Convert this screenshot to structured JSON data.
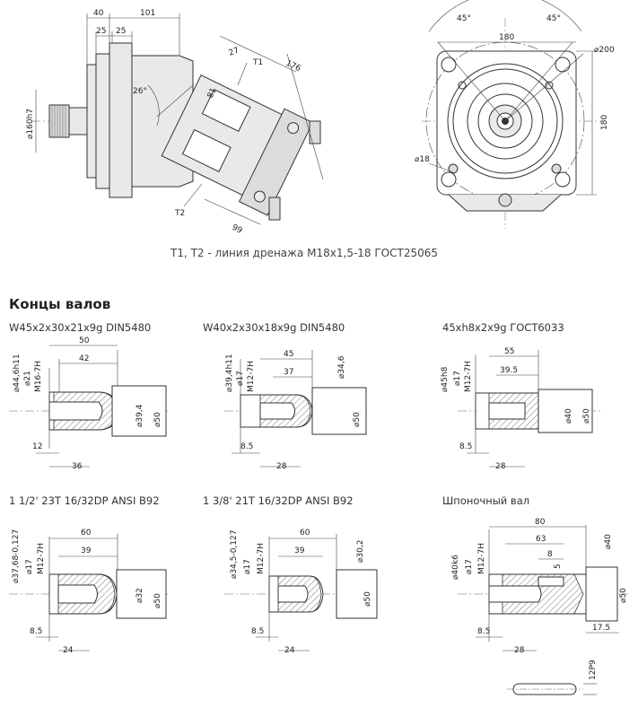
{
  "top": {
    "side_dims": {
      "d40": "40",
      "d101": "101",
      "d25a": "25",
      "d25b": "25",
      "d27": "27",
      "t1": "T1",
      "d176": "176",
      "angle": "26°",
      "d81": "81",
      "shaft": "⌀160h7",
      "t2": "T2",
      "d99": "99"
    },
    "front_dims": {
      "a45l": "45°",
      "a45r": "45°",
      "d180w": "180",
      "d200": "⌀200",
      "d180h": "180",
      "d18": "⌀18"
    },
    "drain_caption": "T1, T2 - линия дренажа  М18х1,5-18 ГОСТ25065"
  },
  "section_title": "Концы валов",
  "shafts": [
    {
      "label": "W45x2x30x21x9g DIN5480",
      "dims": {
        "a": "50",
        "b": "42",
        "c": "⌀44,6h11",
        "d": "⌀21",
        "e": "M16-7H",
        "f": "⌀39,4",
        "g": "⌀50",
        "h": "12",
        "i": "36"
      }
    },
    {
      "label": "W40x2x30x18x9g DIN5480",
      "dims": {
        "a": "45",
        "b": "37",
        "c": "⌀39,4h11",
        "d": "⌀17",
        "e": "M12-7H",
        "f": "⌀34,6",
        "g": "⌀50",
        "h": "8.5",
        "i": "28"
      }
    },
    {
      "label": "45xh8x2x9g ГОСТ6033",
      "dims": {
        "a": "55",
        "b": "39.5",
        "c": "⌀45h8",
        "d": "⌀17",
        "e": "M12-7H",
        "f": "⌀40",
        "g": "⌀50",
        "h": "8.5",
        "i": "28"
      }
    },
    {
      "label": "1 1/2' 23T 16/32DP ANSI B92",
      "dims": {
        "a": "60",
        "b": "39",
        "c": "⌀37,68-0,127",
        "d": "⌀17",
        "e": "M12-7H",
        "f": "⌀32",
        "g": "⌀50",
        "h": "8.5",
        "i": "24"
      }
    },
    {
      "label": "1 3/8' 21T 16/32DP ANSI B92",
      "dims": {
        "a": "60",
        "b": "39",
        "c": "⌀34,5-0,127",
        "d": "⌀17",
        "e": "M12-7H",
        "f": "⌀30,2",
        "g": "⌀50",
        "h": "8.5",
        "i": "24"
      }
    },
    {
      "label": "Шпоночный вал",
      "dims": {
        "a": "80",
        "b": "63",
        "c": "⌀40k6",
        "d": "⌀17",
        "e": "M12-7H",
        "f": "⌀40",
        "g": "⌀50",
        "h": "8.5",
        "i": "28",
        "j": "8",
        "k": "5",
        "l": "17.5",
        "m": "12P9"
      }
    }
  ]
}
